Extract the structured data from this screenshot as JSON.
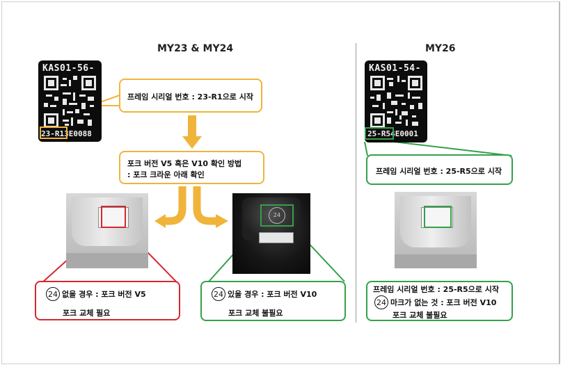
{
  "headings": {
    "left": "MY23 & MY24",
    "right": "MY26"
  },
  "left_label": {
    "top_text": "KAS01-56-",
    "bottom_text": "23-R13E0088"
  },
  "right_label": {
    "top_text": "KAS01-54-",
    "bottom_text": "25-R54E0001"
  },
  "callouts": {
    "left_serial": "프레임 시리얼 번호 : 23-R1으로 시작",
    "method_line1": "포크 버전 V5 혹은 V10 확인 방법",
    "method_line2": ": 포크 크라운 아래 확인",
    "v5_line1": "없을 경우 : 포크 버전 V5",
    "v5_line2": "포크 교체 필요",
    "v10_line1": "있을 경우 : 포크 버전 V10",
    "v10_line2": "포크 교체 불필요",
    "right_serial": "프레임 시리얼 번호 : 25-R5으로 시작",
    "right_bottom_line1": "프레임 시리얼 번호 : 25-R5으로 시작",
    "right_bottom_line2": "마크가 없는 것 : 포크 버전 V10",
    "right_bottom_line3": "포크 교체 불필요",
    "mark_number": "24"
  },
  "colors": {
    "orange": "#f0b43a",
    "red": "#d9262e",
    "green": "#34a04a"
  },
  "icons": {
    "arrow_down": "arrow-down-icon",
    "arrow_split": "split-arrow-icon",
    "circle_mark": "circled-24-icon"
  }
}
